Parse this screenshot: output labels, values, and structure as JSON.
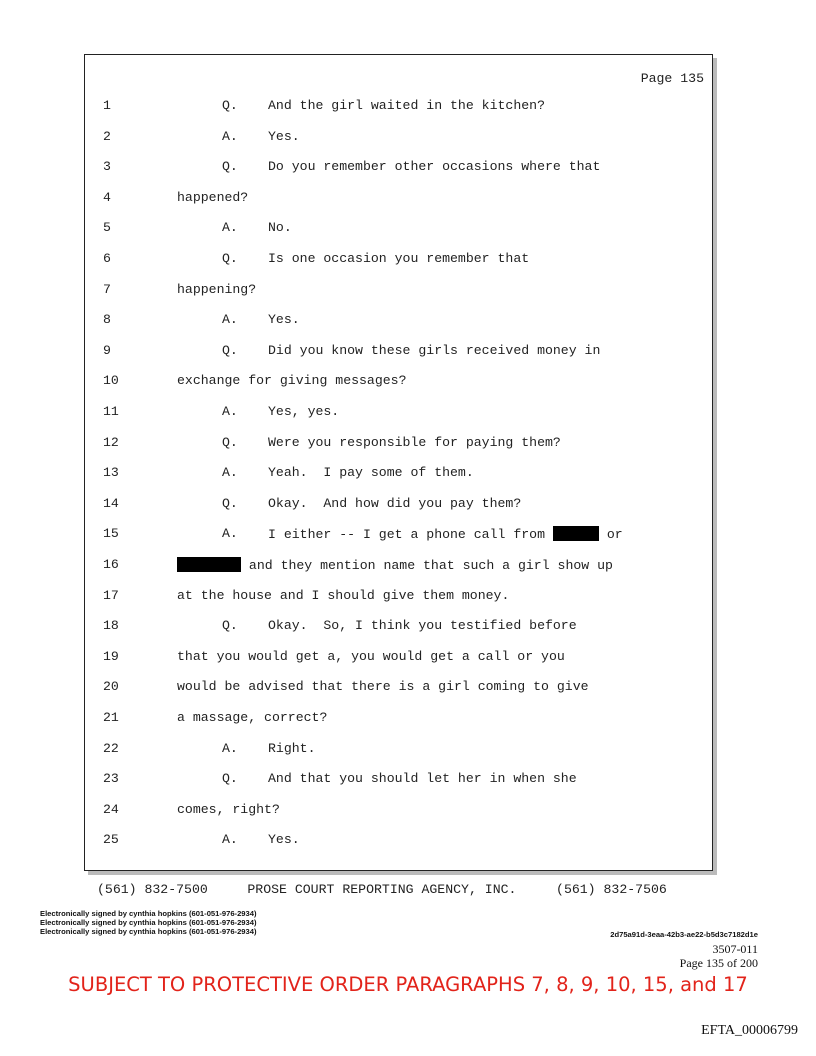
{
  "page_label": "Page 135",
  "lines": [
    {
      "n": "1",
      "speaker": "Q.",
      "text": "And the girl waited in the kitchen?"
    },
    {
      "n": "2",
      "speaker": "A.",
      "text": "Yes."
    },
    {
      "n": "3",
      "speaker": "Q.",
      "text": "Do you remember other occasions where that"
    },
    {
      "n": "4",
      "cont": "happened?"
    },
    {
      "n": "5",
      "speaker": "A.",
      "text": "No."
    },
    {
      "n": "6",
      "speaker": "Q.",
      "text": "Is one occasion you remember that"
    },
    {
      "n": "7",
      "cont": "happening?"
    },
    {
      "n": "8",
      "speaker": "A.",
      "text": "Yes."
    },
    {
      "n": "9",
      "speaker": "Q.",
      "text": "Did you know these girls received money in"
    },
    {
      "n": "10",
      "cont": "exchange for giving messages?"
    },
    {
      "n": "11",
      "speaker": "A.",
      "text": "Yes, yes."
    },
    {
      "n": "12",
      "speaker": "Q.",
      "text": "Were you responsible for paying them?"
    },
    {
      "n": "13",
      "speaker": "A.",
      "text": "Yeah.  I pay some of them."
    },
    {
      "n": "14",
      "speaker": "Q.",
      "text": "Okay.  And how did you pay them?"
    },
    {
      "n": "15",
      "speaker": "A.",
      "text": "I either -- I get a phone call from ",
      "text_after": " or"
    },
    {
      "n": "16",
      "cont": " and they mention name that such a girl show up"
    },
    {
      "n": "17",
      "cont": "at the house and I should give them money."
    },
    {
      "n": "18",
      "speaker": "Q.",
      "text": "Okay.  So, I think you testified before"
    },
    {
      "n": "19",
      "cont": "that you would get a, you would get a call or you"
    },
    {
      "n": "20",
      "cont": "would be advised that there is a girl coming to give"
    },
    {
      "n": "21",
      "cont": "a massage, correct?"
    },
    {
      "n": "22",
      "speaker": "A.",
      "text": "Right."
    },
    {
      "n": "23",
      "speaker": "Q.",
      "text": "And that you should let her in when she"
    },
    {
      "n": "24",
      "cont": "comes, right?"
    },
    {
      "n": "25",
      "speaker": "A.",
      "text": "Yes."
    }
  ],
  "footer": {
    "phone_left": "(561) 832-7500",
    "agency": "PROSE COURT REPORTING AGENCY, INC.",
    "phone_right": "(561) 832-7506"
  },
  "signatures": [
    "Electronically signed by cynthia hopkins (601-051-976-2934)",
    "Electronically signed by cynthia hopkins (601-051-976-2934)",
    "Electronically signed by cynthia hopkins (601-051-976-2934)"
  ],
  "hash": "2d75a91d-3eaa-42b3-ae22-b5d3c7182d1e",
  "doc_ref": "3507-011",
  "page_of": "Page 135 of 200",
  "protective_order": "SUBJECT TO PROTECTIVE ORDER PARAGRAPHS 7, 8, 9, 10, 15, and 17",
  "bates": "EFTA_00006799",
  "colors": {
    "protective": "#e2231a"
  }
}
